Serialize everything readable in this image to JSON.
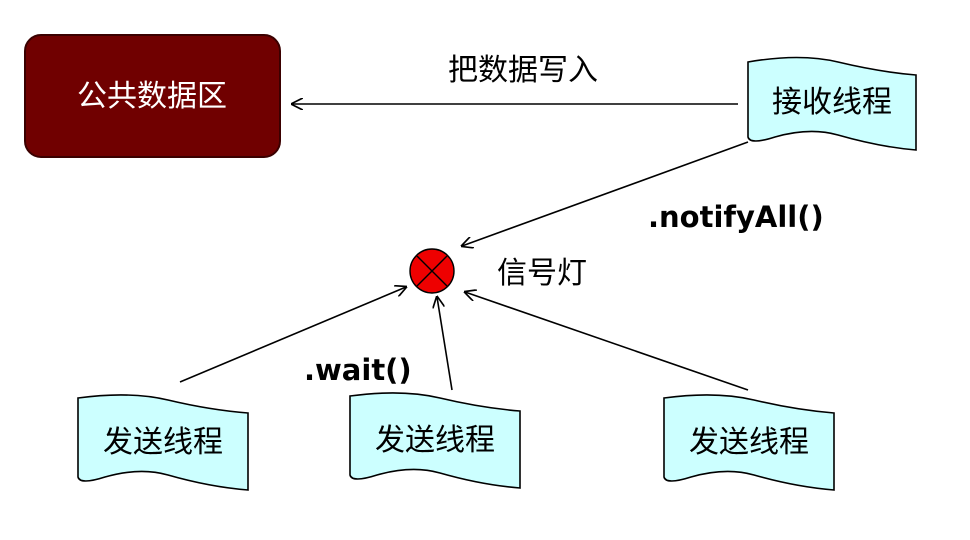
{
  "shared_area": {
    "label": "公共数据区"
  },
  "receiver": {
    "label": "接收线程"
  },
  "write_label": "把数据写入",
  "notify_label": ".notifyAll()",
  "signal": {
    "label": "信号灯",
    "color": "#ee0000"
  },
  "wait_label": ".wait()",
  "senders": [
    {
      "label": "发送线程"
    },
    {
      "label": "发送线程"
    },
    {
      "label": "发送线程"
    }
  ],
  "colors": {
    "shared_area_fill": "#700000",
    "thread_fill": "#ccffff"
  }
}
